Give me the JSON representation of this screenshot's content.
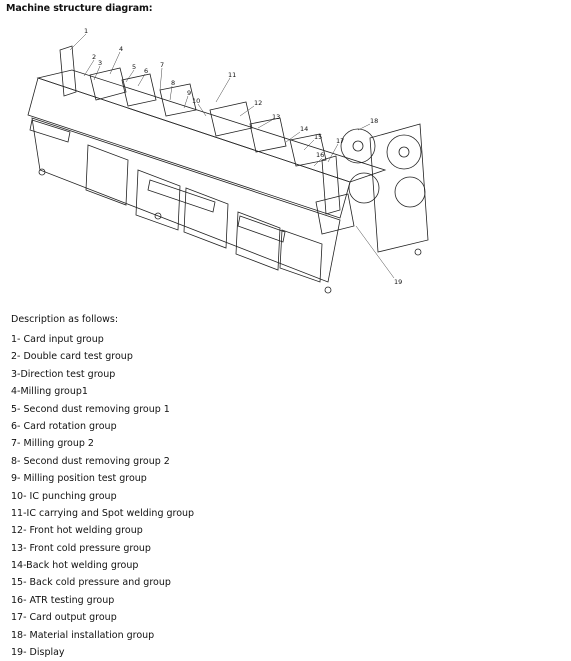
{
  "title": "Machine structure diagram:",
  "callouts": [
    "1",
    "2",
    "3",
    "4",
    "5",
    "6",
    "7",
    "8",
    "9",
    "10",
    "11",
    "12",
    "13",
    "14",
    "15",
    "16",
    "17",
    "18",
    "19"
  ],
  "description_title": "Description as follows:",
  "items": [
    "1- Card input group",
    "2- Double card test group",
    "3-Direction test group",
    "4-Milling group1",
    "5- Second dust removing group 1",
    "6- Card rotation group",
    "7- Milling group 2",
    "8- Second dust removing group 2",
    "9- Milling position test group",
    "10- IC punching group",
    "11-IC carrying and Spot welding group",
    "12- Front hot welding group",
    "13- Front cold pressure group",
    "14-Back hot welding group",
    "15- Back cold pressure and group",
    "16- ATR testing group",
    "17- Card output group",
    "18- Material installation group",
    "19- Display"
  ]
}
